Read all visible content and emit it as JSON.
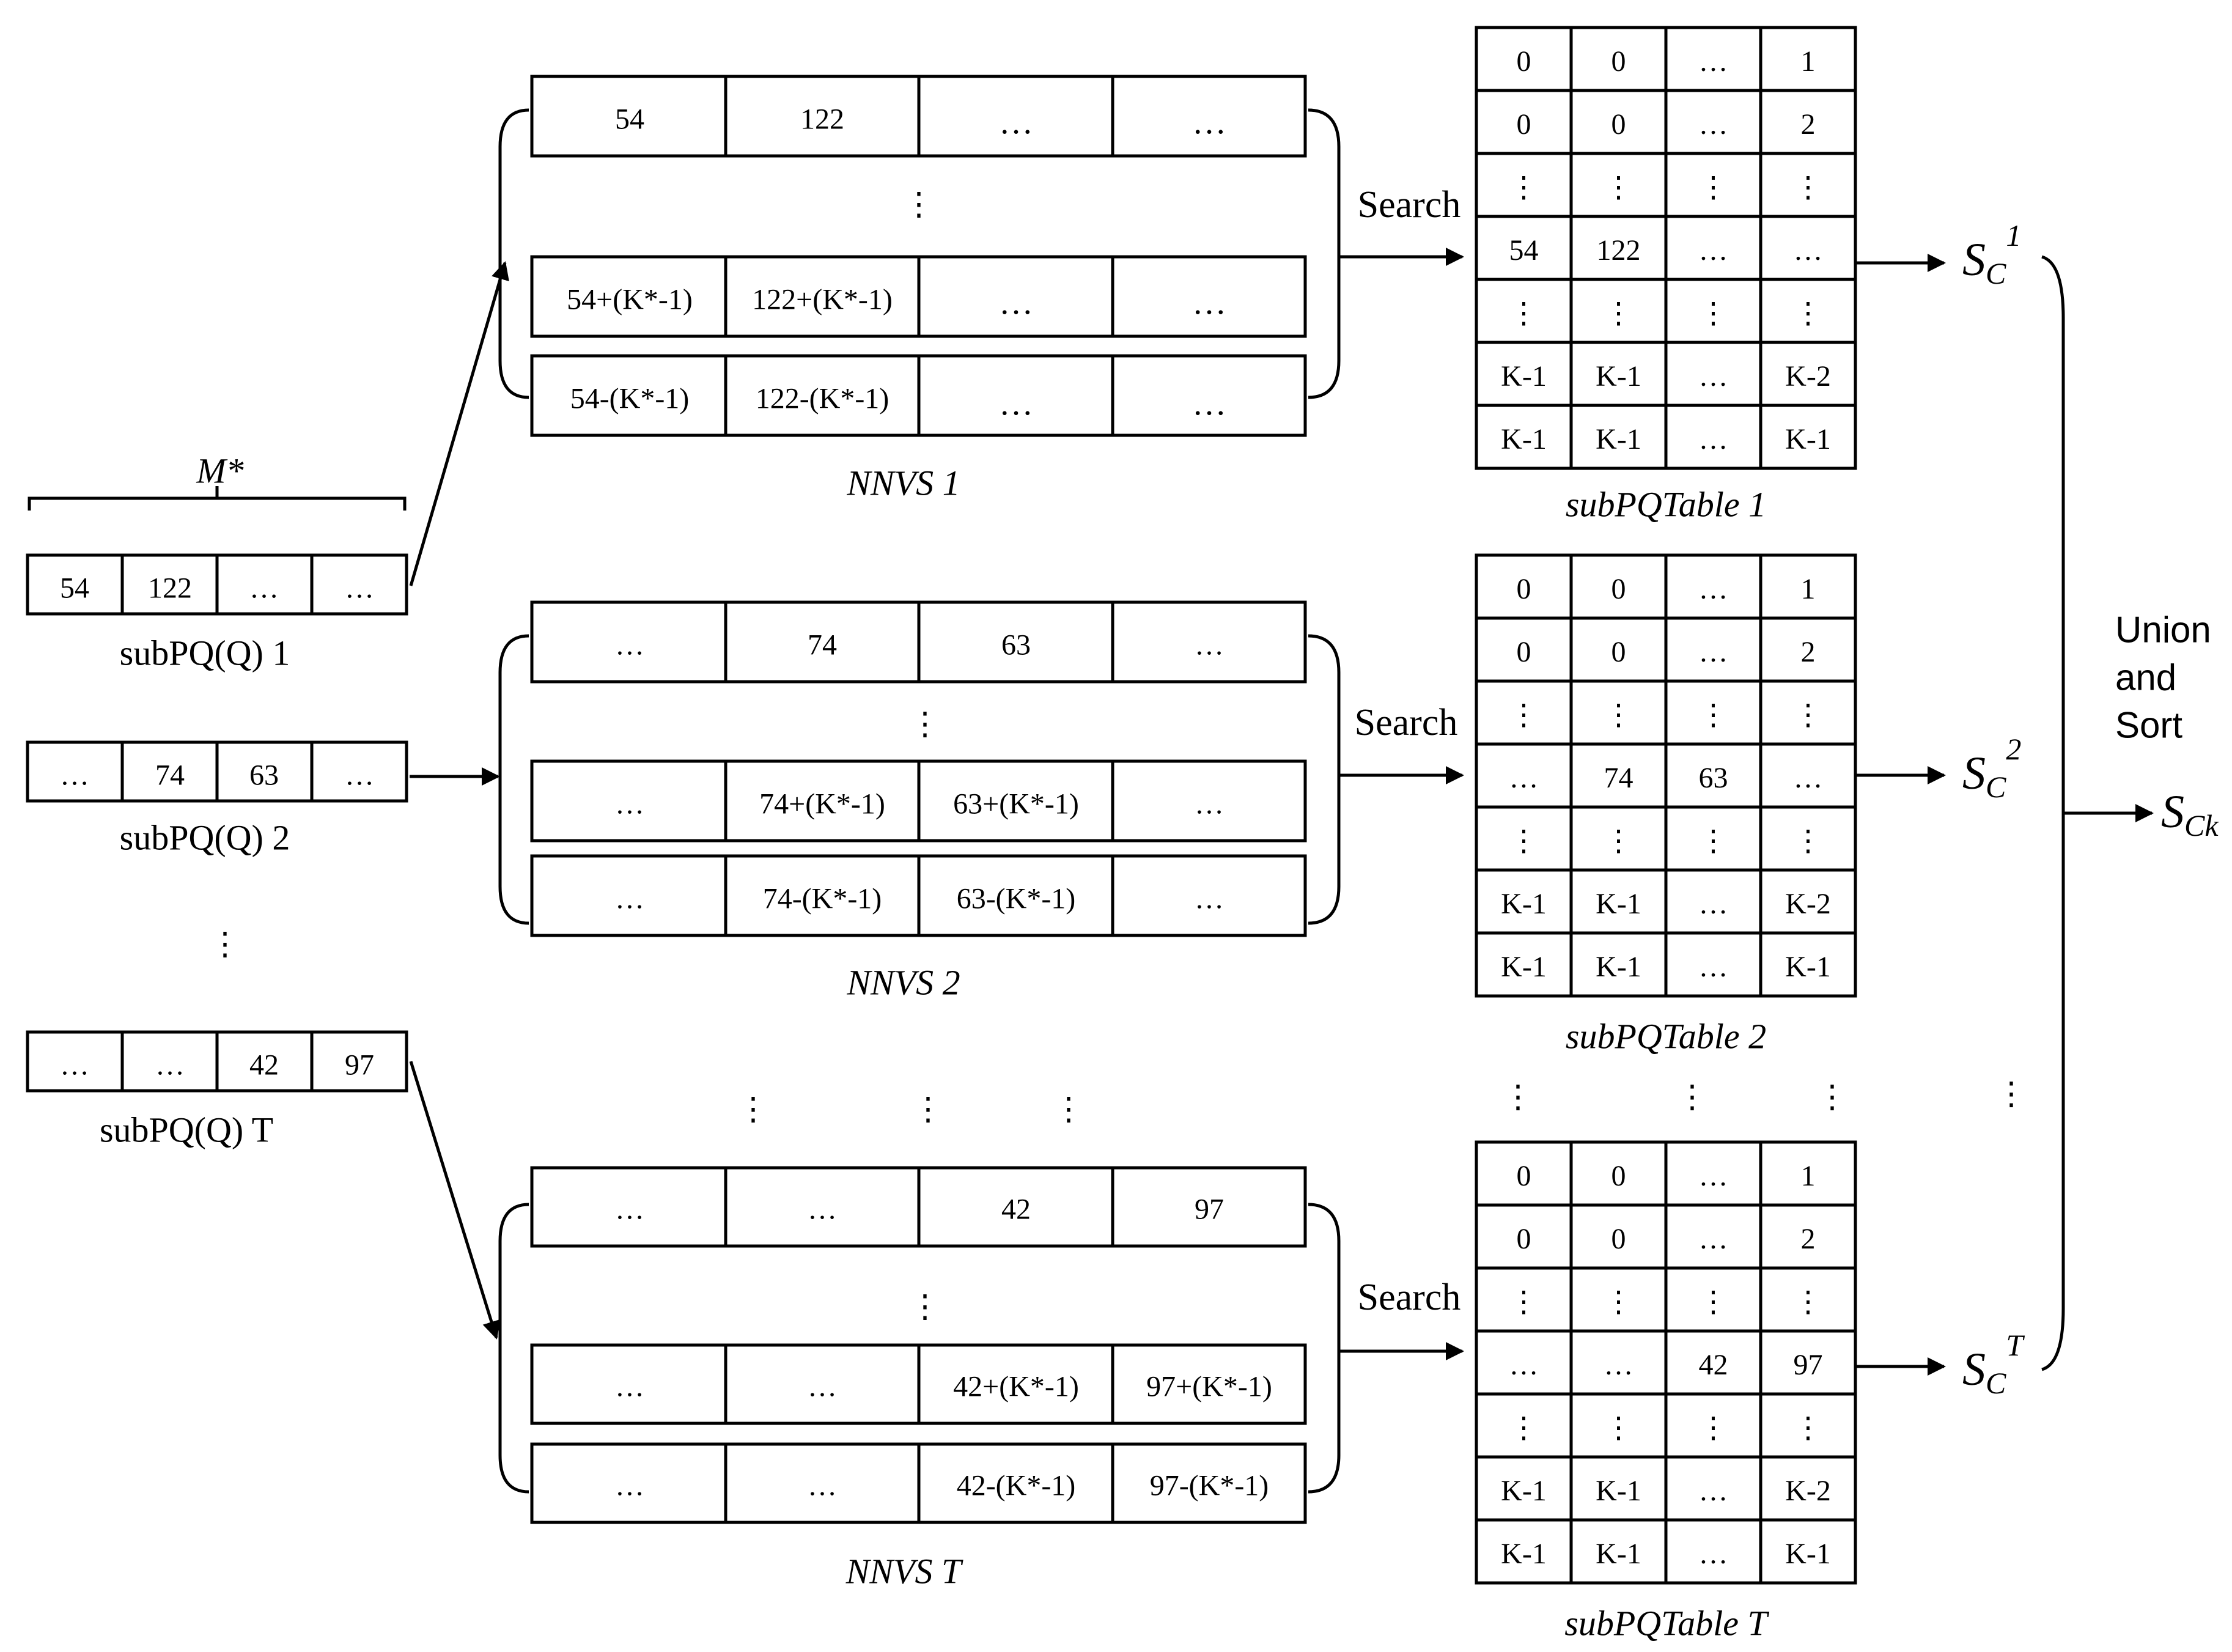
{
  "subpq": [
    {
      "cells": [
        "54",
        "122",
        "…",
        "…"
      ],
      "label": "subPQ(Q) 1"
    },
    {
      "cells": [
        "…",
        "74",
        "63",
        "…"
      ],
      "label": "subPQ(Q) 2"
    },
    {
      "cells": [
        "…",
        "…",
        "42",
        "97"
      ],
      "label": "subPQ(Q) T"
    }
  ],
  "m_star_label": "M*",
  "nnvs": [
    {
      "label": "NNVS 1",
      "rows": [
        [
          "54",
          "122",
          "…",
          "…"
        ],
        [
          "54+(K*-1)",
          "122+(K*-1)",
          "…",
          "…"
        ],
        [
          "54-(K*-1)",
          "122-(K*-1)",
          "…",
          "…"
        ]
      ]
    },
    {
      "label": "NNVS 2",
      "rows": [
        [
          "…",
          "74",
          "63",
          "…"
        ],
        [
          "…",
          "74+(K*-1)",
          "63+(K*-1)",
          "…"
        ],
        [
          "…",
          "74-(K*-1)",
          "63-(K*-1)",
          "…"
        ]
      ]
    },
    {
      "label": "NNVS T",
      "rows": [
        [
          "…",
          "…",
          "42",
          "97"
        ],
        [
          "…",
          "…",
          "42+(K*-1)",
          "97+(K*-1)"
        ],
        [
          "…",
          "…",
          "42-(K*-1)",
          "97-(K*-1)"
        ]
      ]
    }
  ],
  "search_label": "Search",
  "tables": [
    {
      "label": "subPQTable 1",
      "rows": [
        [
          "0",
          "0",
          "…",
          "1"
        ],
        [
          "0",
          "0",
          "…",
          "2"
        ],
        [
          "⋮",
          "⋮",
          "⋮",
          "⋮"
        ],
        [
          "54",
          "122",
          "…",
          "…"
        ],
        [
          "⋮",
          "⋮",
          "⋮",
          "⋮"
        ],
        [
          "K-1",
          "K-1",
          "…",
          "K-2"
        ],
        [
          "K-1",
          "K-1",
          "…",
          "K-1"
        ]
      ]
    },
    {
      "label": "subPQTable 2",
      "rows": [
        [
          "0",
          "0",
          "…",
          "1"
        ],
        [
          "0",
          "0",
          "…",
          "2"
        ],
        [
          "⋮",
          "⋮",
          "⋮",
          "⋮"
        ],
        [
          "…",
          "74",
          "63",
          "…"
        ],
        [
          "⋮",
          "⋮",
          "⋮",
          "⋮"
        ],
        [
          "K-1",
          "K-1",
          "…",
          "K-2"
        ],
        [
          "K-1",
          "K-1",
          "…",
          "K-1"
        ]
      ]
    },
    {
      "label": "subPQTable T",
      "rows": [
        [
          "0",
          "0",
          "…",
          "1"
        ],
        [
          "0",
          "0",
          "…",
          "2"
        ],
        [
          "⋮",
          "⋮",
          "⋮",
          "⋮"
        ],
        [
          "…",
          "…",
          "42",
          "97"
        ],
        [
          "⋮",
          "⋮",
          "⋮",
          "⋮"
        ],
        [
          "K-1",
          "K-1",
          "…",
          "K-2"
        ],
        [
          "K-1",
          "K-1",
          "…",
          "K-1"
        ]
      ]
    }
  ],
  "sc_outputs": [
    {
      "base": "S",
      "sub": "C",
      "sup": "1"
    },
    {
      "base": "S",
      "sub": "C",
      "sup": "2"
    },
    {
      "base": "S",
      "sub": "C",
      "sup": "T"
    }
  ],
  "union_label": [
    "Union",
    "and",
    "Sort"
  ],
  "final_output": {
    "base": "S",
    "sub": "Ck"
  }
}
